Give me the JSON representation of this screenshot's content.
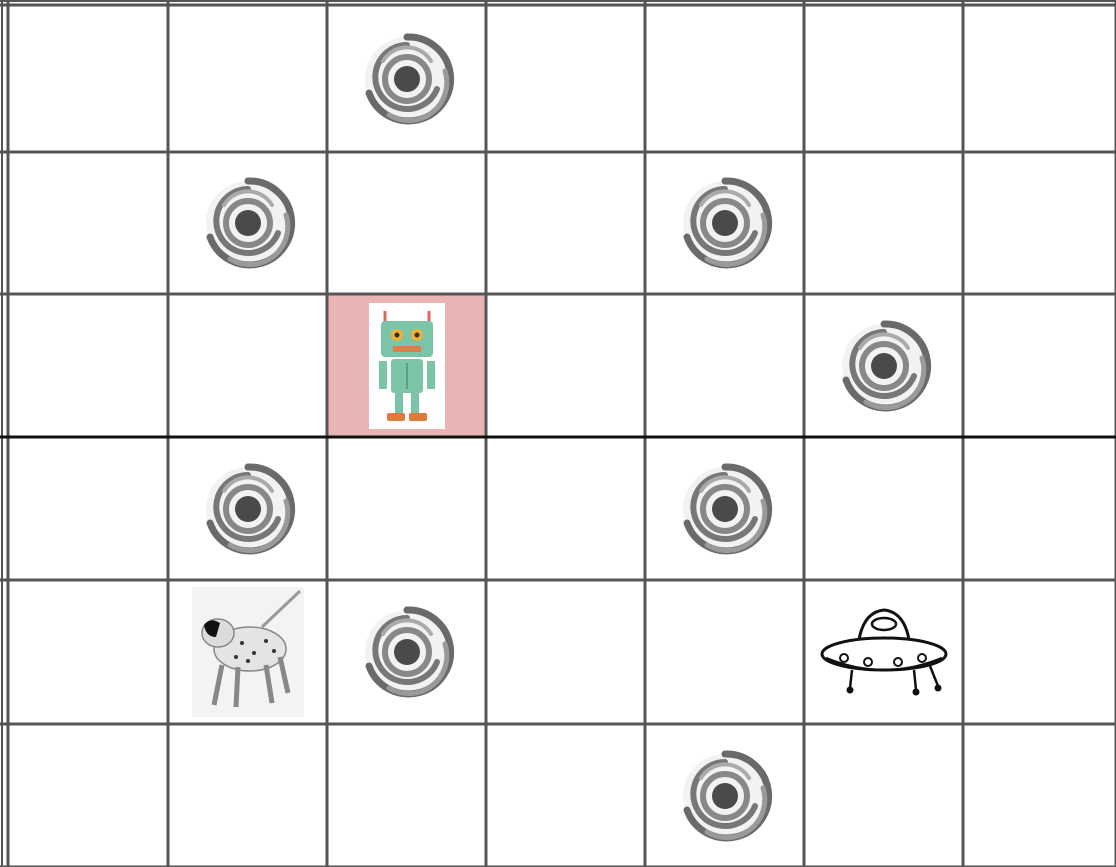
{
  "board": {
    "rows": 6,
    "cols": 7,
    "highlight_color": "#e8b4b4",
    "grid_color": "#555555",
    "highlighted_cell": {
      "row": 2,
      "col": 2
    },
    "pieces": [
      {
        "row": 0,
        "col": 2,
        "type": "vortex",
        "icon": "vortex-icon"
      },
      {
        "row": 1,
        "col": 1,
        "type": "vortex",
        "icon": "vortex-icon"
      },
      {
        "row": 1,
        "col": 4,
        "type": "vortex",
        "icon": "vortex-icon"
      },
      {
        "row": 2,
        "col": 2,
        "type": "robot",
        "icon": "robot-icon"
      },
      {
        "row": 2,
        "col": 5,
        "type": "vortex",
        "icon": "vortex-icon"
      },
      {
        "row": 3,
        "col": 1,
        "type": "vortex",
        "icon": "vortex-icon"
      },
      {
        "row": 3,
        "col": 4,
        "type": "vortex",
        "icon": "vortex-icon"
      },
      {
        "row": 4,
        "col": 1,
        "type": "dog",
        "icon": "dog-icon"
      },
      {
        "row": 4,
        "col": 2,
        "type": "vortex",
        "icon": "vortex-icon"
      },
      {
        "row": 4,
        "col": 5,
        "type": "ufo",
        "icon": "ufo-icon"
      },
      {
        "row": 5,
        "col": 4,
        "type": "vortex",
        "icon": "vortex-icon"
      }
    ]
  }
}
